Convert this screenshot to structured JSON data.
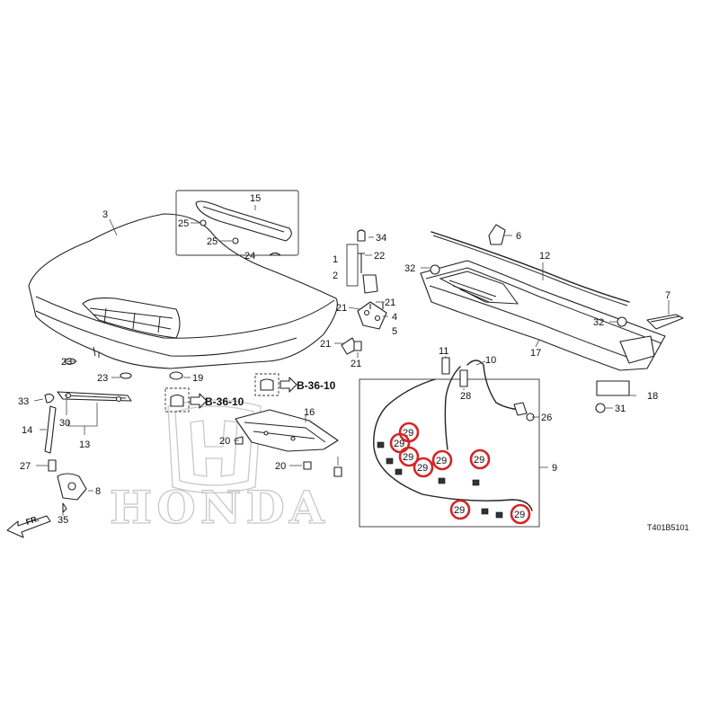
{
  "diagram": {
    "code": "T401B5101",
    "direction": "FR.",
    "watermark_text": "HONDA",
    "colors": {
      "line": "#222222",
      "highlight": "#d32626",
      "watermark": "#c8c8c8"
    },
    "refs": [
      {
        "id": "ref-1",
        "label": "B-36-10"
      },
      {
        "id": "ref-2",
        "label": "B-36-10"
      }
    ],
    "parts": [
      {
        "id": "p3",
        "label": "3"
      },
      {
        "id": "p15",
        "label": "15"
      },
      {
        "id": "p25a",
        "label": "25"
      },
      {
        "id": "p25b",
        "label": "25"
      },
      {
        "id": "p24",
        "label": "24"
      },
      {
        "id": "p34",
        "label": "34"
      },
      {
        "id": "p1",
        "label": "1"
      },
      {
        "id": "p22",
        "label": "22"
      },
      {
        "id": "p2",
        "label": "2"
      },
      {
        "id": "p21a",
        "label": "21"
      },
      {
        "id": "p21b",
        "label": "21"
      },
      {
        "id": "p21c",
        "label": "21"
      },
      {
        "id": "p21d",
        "label": "21"
      },
      {
        "id": "p4",
        "label": "4"
      },
      {
        "id": "p5",
        "label": "5"
      },
      {
        "id": "p6",
        "label": "6"
      },
      {
        "id": "p12",
        "label": "12"
      },
      {
        "id": "p32a",
        "label": "32"
      },
      {
        "id": "p32b",
        "label": "32"
      },
      {
        "id": "p7",
        "label": "7"
      },
      {
        "id": "p17",
        "label": "17"
      },
      {
        "id": "p23a",
        "label": "23"
      },
      {
        "id": "p23b",
        "label": "23"
      },
      {
        "id": "p19",
        "label": "19"
      },
      {
        "id": "p33",
        "label": "33"
      },
      {
        "id": "p30",
        "label": "30"
      },
      {
        "id": "p14",
        "label": "14"
      },
      {
        "id": "p13",
        "label": "13"
      },
      {
        "id": "p27",
        "label": "27"
      },
      {
        "id": "p8",
        "label": "8"
      },
      {
        "id": "p35",
        "label": "35"
      },
      {
        "id": "p16",
        "label": "16"
      },
      {
        "id": "p20a",
        "label": "20"
      },
      {
        "id": "p20b",
        "label": "20"
      },
      {
        "id": "p11",
        "label": "11"
      },
      {
        "id": "p10",
        "label": "10"
      },
      {
        "id": "p28",
        "label": "28"
      },
      {
        "id": "p26",
        "label": "26"
      },
      {
        "id": "p18",
        "label": "18"
      },
      {
        "id": "p31",
        "label": "31"
      },
      {
        "id": "p9",
        "label": "9"
      }
    ],
    "highlighted_parts": [
      {
        "id": "h1",
        "label": "29"
      },
      {
        "id": "h2",
        "label": "29"
      },
      {
        "id": "h3",
        "label": "29"
      },
      {
        "id": "h4",
        "label": "29"
      },
      {
        "id": "h5",
        "label": "29"
      },
      {
        "id": "h6",
        "label": "29"
      },
      {
        "id": "h7",
        "label": "29"
      },
      {
        "id": "h8",
        "label": "29"
      }
    ]
  }
}
